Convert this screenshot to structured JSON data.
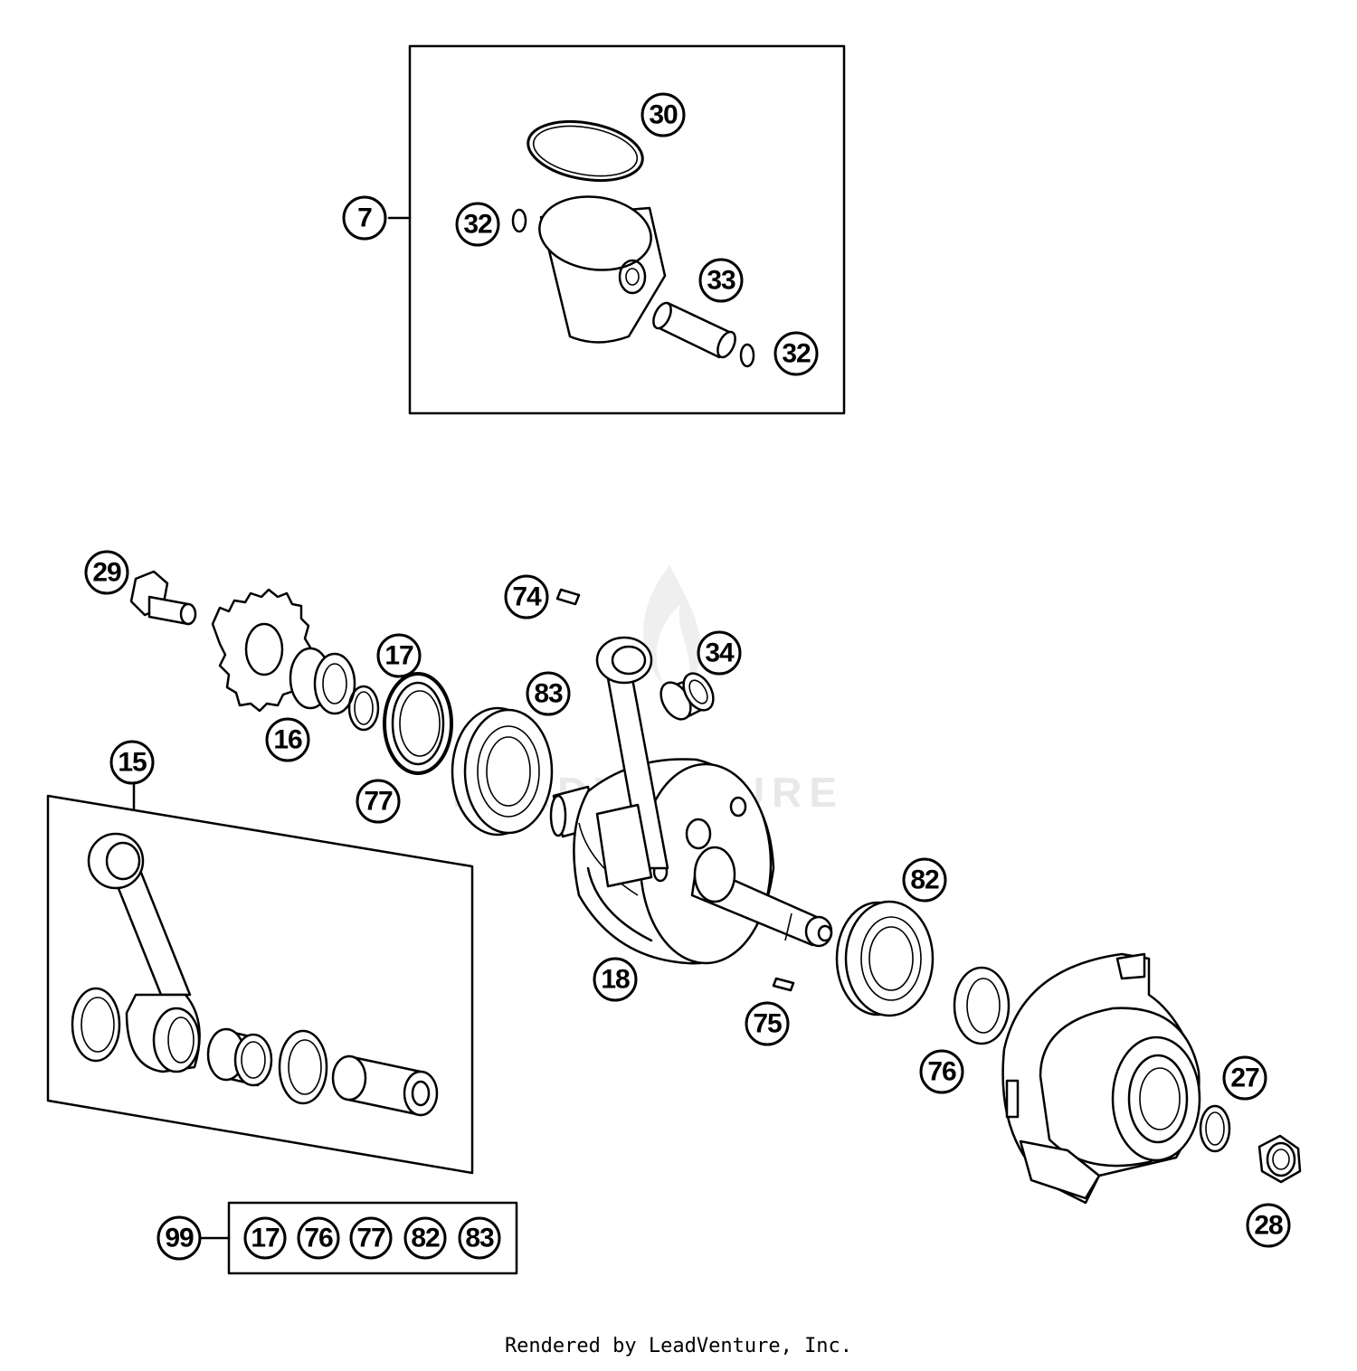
{
  "callouts": [
    {
      "id": "c7",
      "label": "7"
    },
    {
      "id": "c30",
      "label": "30"
    },
    {
      "id": "c32a",
      "label": "32"
    },
    {
      "id": "c33",
      "label": "33"
    },
    {
      "id": "c32b",
      "label": "32"
    },
    {
      "id": "c29",
      "label": "29"
    },
    {
      "id": "c74",
      "label": "74"
    },
    {
      "id": "c17",
      "label": "17"
    },
    {
      "id": "c34",
      "label": "34"
    },
    {
      "id": "c83",
      "label": "83"
    },
    {
      "id": "c16",
      "label": "16"
    },
    {
      "id": "c15",
      "label": "15"
    },
    {
      "id": "c77",
      "label": "77"
    },
    {
      "id": "c82",
      "label": "82"
    },
    {
      "id": "c18",
      "label": "18"
    },
    {
      "id": "c75",
      "label": "75"
    },
    {
      "id": "c76",
      "label": "76"
    },
    {
      "id": "c27",
      "label": "27"
    },
    {
      "id": "c28",
      "label": "28"
    },
    {
      "id": "c99",
      "label": "99"
    },
    {
      "id": "k17",
      "label": "17"
    },
    {
      "id": "k76",
      "label": "76"
    },
    {
      "id": "k77",
      "label": "77"
    },
    {
      "id": "k82",
      "label": "82"
    },
    {
      "id": "k83",
      "label": "83"
    }
  ],
  "watermark": "LEADVENTURE",
  "footer": "Rendered by LeadVenture, Inc."
}
